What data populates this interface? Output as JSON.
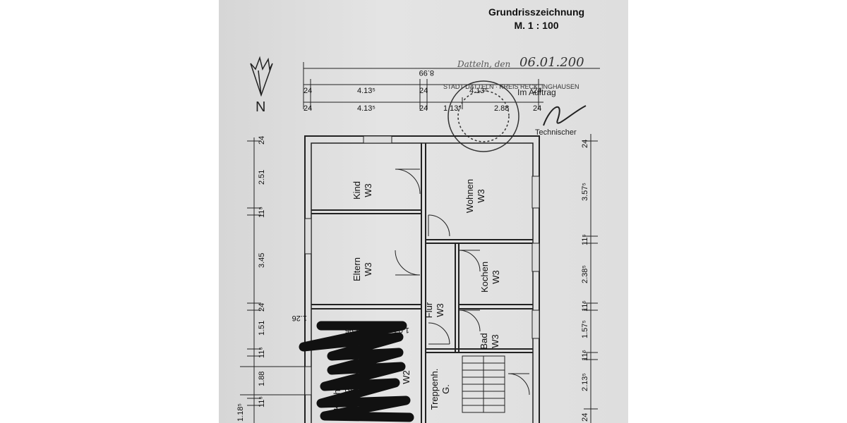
{
  "header": {
    "title": "Grundrisszeichnung",
    "scale": "M. 1 : 100"
  },
  "stamp": {
    "date_label": "Datteln, den",
    "date_value": "06.01.200",
    "on_behalf": "Im Auftrag",
    "role": "Technischer",
    "seal_text": "STADT DATTELN · KREIS RECKLINGHAUSEN"
  },
  "compass": {
    "label": "N"
  },
  "rooms": {
    "kind": {
      "name": "Kind",
      "unit": "W3"
    },
    "wohnen": {
      "name": "Wohnen",
      "unit": "W3"
    },
    "eltern": {
      "name": "Eltern",
      "unit": "W3"
    },
    "kochen": {
      "name": "Kochen",
      "unit": "W3"
    },
    "flur": {
      "name": "Flur",
      "unit": "W3"
    },
    "bad": {
      "name": "Bad",
      "unit": "W3"
    },
    "treppe": {
      "name": "Treppenh.",
      "unit": "G."
    },
    "kochen_w2": {
      "name": "Kochen",
      "unit": "W2"
    },
    "w2": {
      "name": "W2"
    }
  },
  "dimensions": {
    "top_total": "8.99",
    "top_row2": [
      "24",
      "4.13⁵",
      "24",
      "4.13⁵",
      "24"
    ],
    "top_row3": [
      "24",
      "4.13⁵",
      "24",
      "1.13⁵",
      "2.88",
      "24"
    ],
    "left": [
      "24",
      "2.51",
      "11⁵",
      "3.45",
      "24",
      "1.51",
      "11⁵",
      "1.88",
      "11⁵",
      "1.18⁵"
    ],
    "right": [
      "24",
      "3.57⁵",
      "11⁵",
      "2.38⁵",
      "11⁵",
      "1.57⁵",
      "11⁵",
      "2.13⁵",
      "24"
    ],
    "small": [
      "1.26",
      "2.95",
      "1.07"
    ]
  }
}
